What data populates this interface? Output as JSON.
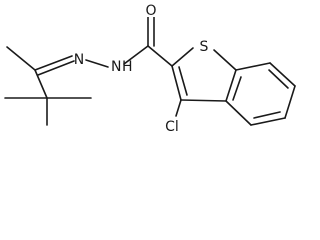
{
  "molecule": {
    "atoms": {
      "oxygen": "O",
      "nitrogen_hydrazone": "N",
      "nitrogen_amide": "N",
      "hydrogen_amide": "H",
      "sulfur": "S",
      "chlorine": "Cl"
    },
    "colors": {
      "bond": "#1a1a1a",
      "label": "#1a1a1a",
      "background": "#ffffff"
    }
  }
}
